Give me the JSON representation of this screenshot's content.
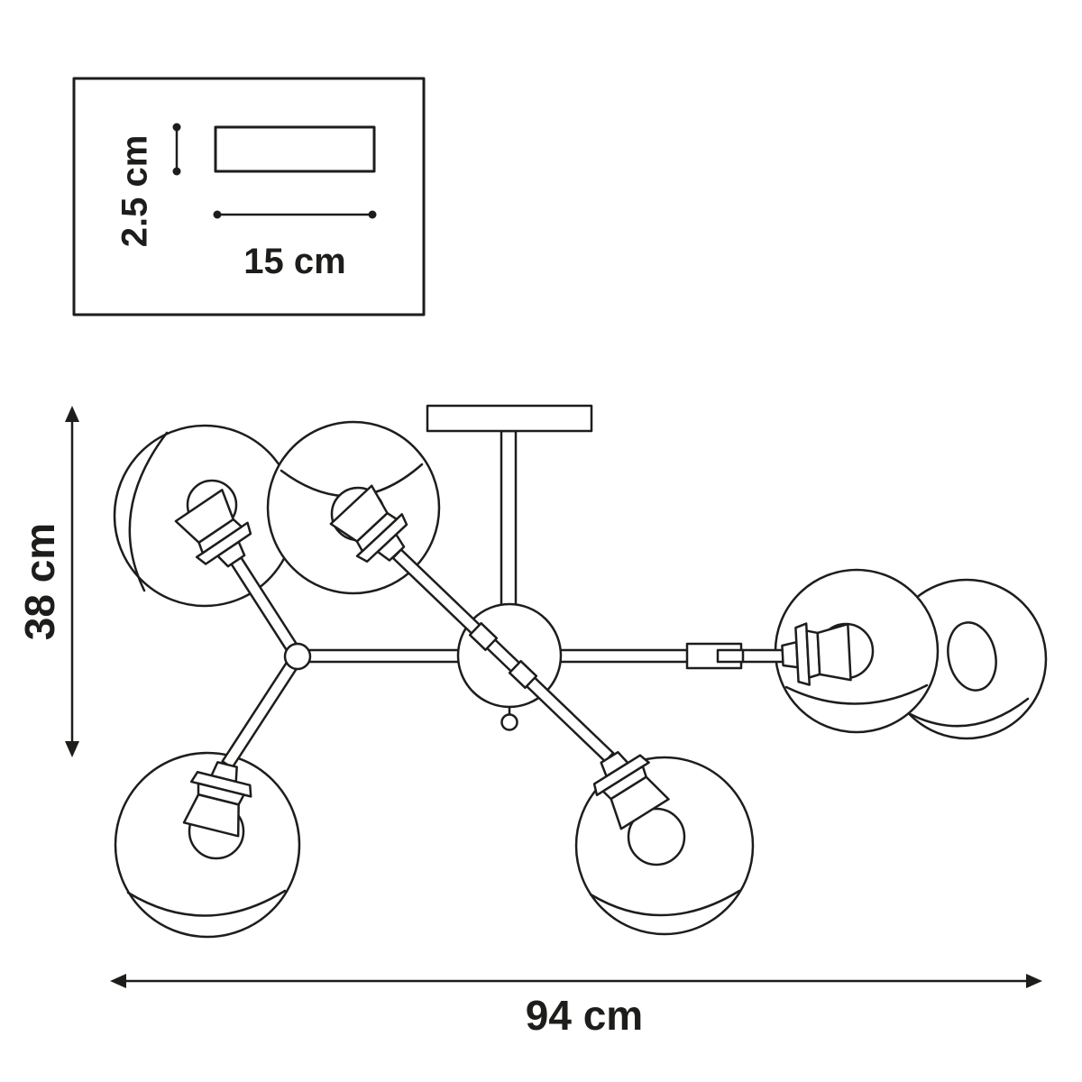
{
  "diagram": {
    "type": "technical-dimension-drawing",
    "subject": "6-light sputnik ceiling chandelier with glass globes",
    "inset": {
      "height_label": "2.5 cm",
      "width_label": "15 cm"
    },
    "overall": {
      "height_label": "38 cm",
      "width_label": "94 cm"
    },
    "colors": {
      "line": "#1d1d1b",
      "background": "#ffffff"
    }
  }
}
